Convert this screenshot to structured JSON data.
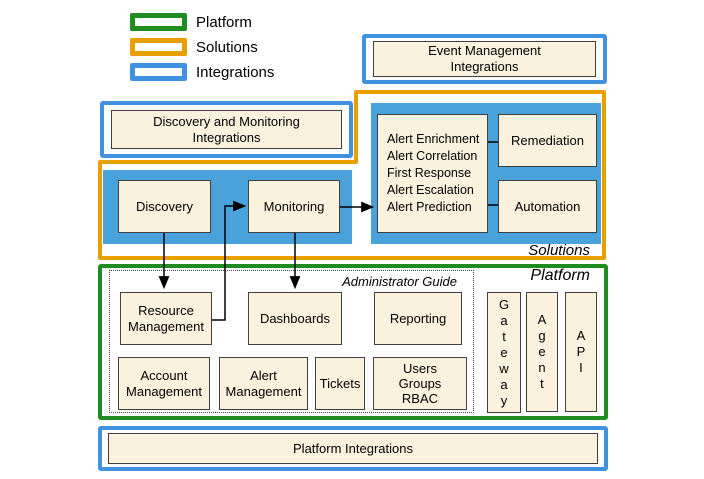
{
  "colors": {
    "platform_green": "#1E8C1E",
    "solutions_orange": "#E8A000",
    "integrations_blue": "#4191E1",
    "area_blue": "#49A2DA",
    "box_fill": "#FAF2DC"
  },
  "legend": {
    "platform": "Platform",
    "solutions": "Solutions",
    "integrations": "Integrations"
  },
  "containers": {
    "solutions_label": "Solutions",
    "platform_label": "Platform",
    "administrator_guide_label": "Administrator Guide"
  },
  "boxes": {
    "event_management_integrations": "Event Management\nIntegrations",
    "discovery_monitoring_integrations": "Discovery and Monitoring\nIntegrations",
    "discovery": "Discovery",
    "monitoring": "Monitoring",
    "alert_functions": "Alert Enrichment\nAlert Correlation\nFirst Response\nAlert Escalation\nAlert Prediction",
    "remediation": "Remediation",
    "automation": "Automation",
    "resource_management": "Resource\nManagement",
    "dashboards": "Dashboards",
    "reporting": "Reporting",
    "account_management": "Account\nManagement",
    "alert_management": "Alert\nManagement",
    "tickets": "Tickets",
    "users_groups_rbac": "Users\nGroups\nRBAC",
    "gateway": "G\na\nt\ne\nw\na\ny",
    "agent": "A\ng\ne\nn\nt",
    "api": "A\nP\nI",
    "platform_integrations": "Platform Integrations"
  }
}
